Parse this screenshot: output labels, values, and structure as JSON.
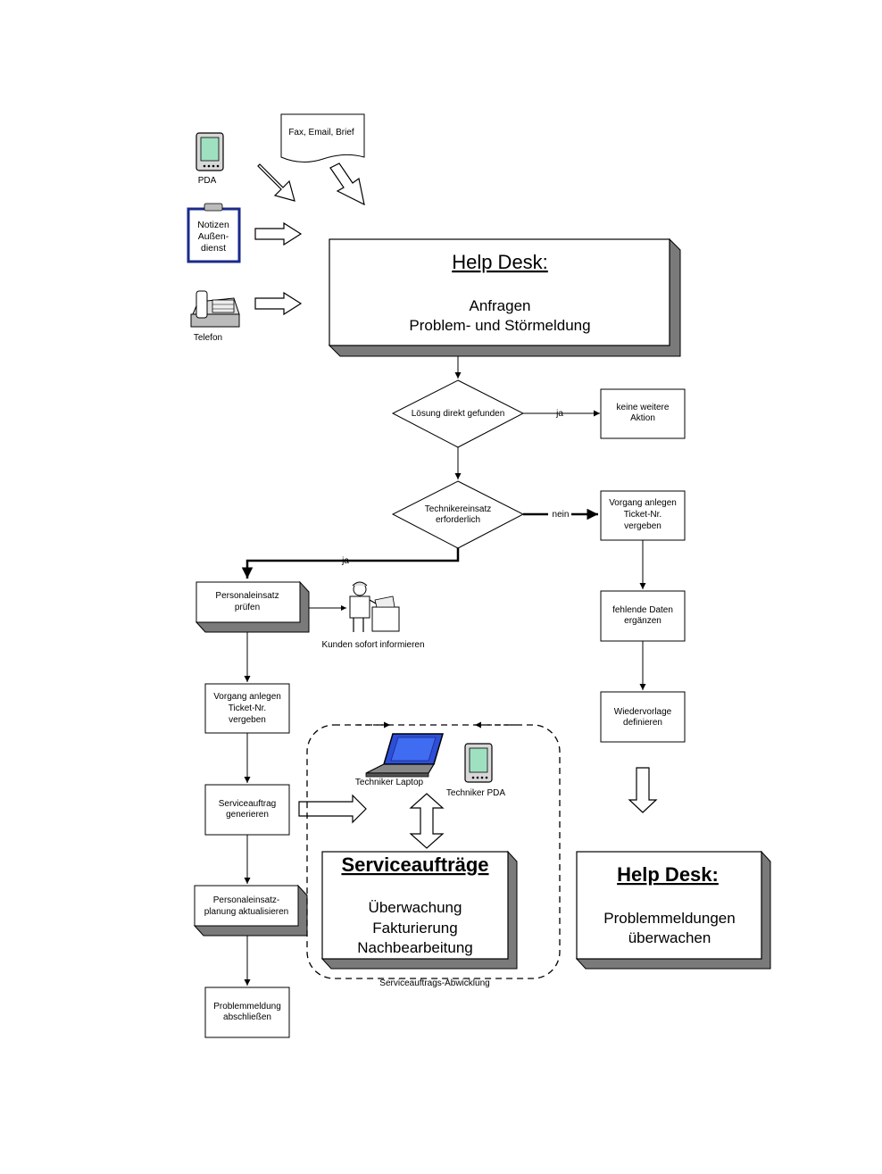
{
  "inputs": {
    "pda": "PDA",
    "fax": "Fax, Email, Brief",
    "notizen": [
      "Notizen",
      "Außen-",
      "dienst"
    ],
    "telefon": "Telefon"
  },
  "helpdesk_top": {
    "title": "Help Desk:",
    "lines": [
      "Anfragen",
      "Problem- und Störmeldung"
    ]
  },
  "decisions": {
    "loesung": "Lösung direkt  gefunden",
    "techniker": [
      "Technikereinsatz",
      "erforderlich"
    ],
    "ja1": "ja",
    "nein": "nein",
    "ja2": "ja"
  },
  "right_column": {
    "keine": [
      "keine weitere",
      "Aktion"
    ],
    "vorgang": [
      "Vorgang anlegen",
      "Ticket-Nr.",
      "vergeben"
    ],
    "fehlende": [
      "fehlende Daten",
      "ergänzen"
    ],
    "wiedervorlage": [
      "Wiedervorlage",
      "definieren"
    ]
  },
  "left_column": {
    "personaleinsatz": [
      "Personaleinsatz",
      "prüfen"
    ],
    "kunden": "Kunden sofort informieren",
    "vorgang": [
      "Vorgang anlegen",
      "Ticket-Nr.",
      "vergeben"
    ],
    "serviceauftrag": [
      "Serviceauftrag",
      "generieren"
    ],
    "planung": [
      "Personaleinsatz-",
      "planung aktualisieren"
    ],
    "abschliessen": [
      "Problemmeldung",
      "abschließen"
    ]
  },
  "service_area": {
    "laptop": "Techniker Laptop",
    "pda": "Techniker PDA",
    "title": "Serviceaufträge",
    "lines": [
      "Überwachung",
      "Fakturierung",
      "Nachbearbeitung"
    ],
    "group_label": "Serviceauftrags-Abwicklung"
  },
  "helpdesk_bottom": {
    "title": "Help Desk:",
    "lines": [
      "Problemmeldungen",
      "überwachen"
    ]
  },
  "colors": {
    "shadow": "#7a7a7a",
    "screen": "#2d4fd8",
    "pda_screen": "#9fe0c0",
    "clipboard": "#1a2a8a"
  }
}
